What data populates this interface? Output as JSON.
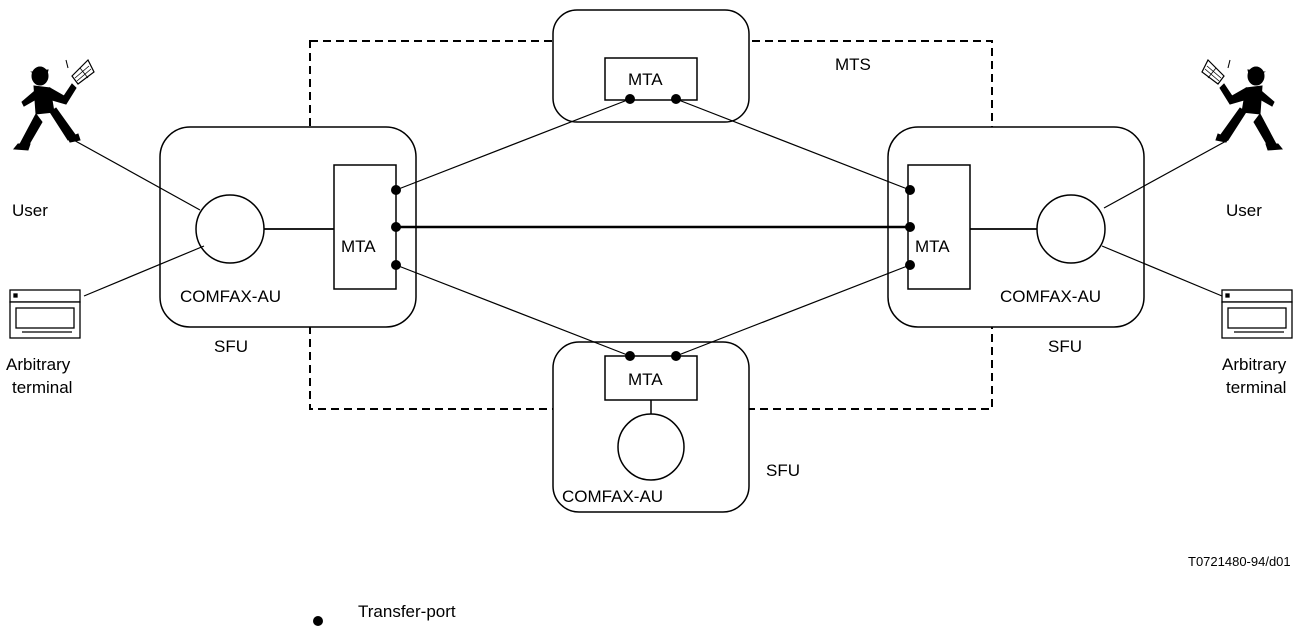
{
  "labels": {
    "mts": "MTS",
    "mta": "MTA",
    "au": "COMFAX-AU",
    "sfu": "SFU",
    "user": "User",
    "terminal_line1": "Arbitrary",
    "terminal_line2": "terminal",
    "figure_id": "T0721480-94/d01",
    "legend_transfer_port": "Transfer-port"
  }
}
